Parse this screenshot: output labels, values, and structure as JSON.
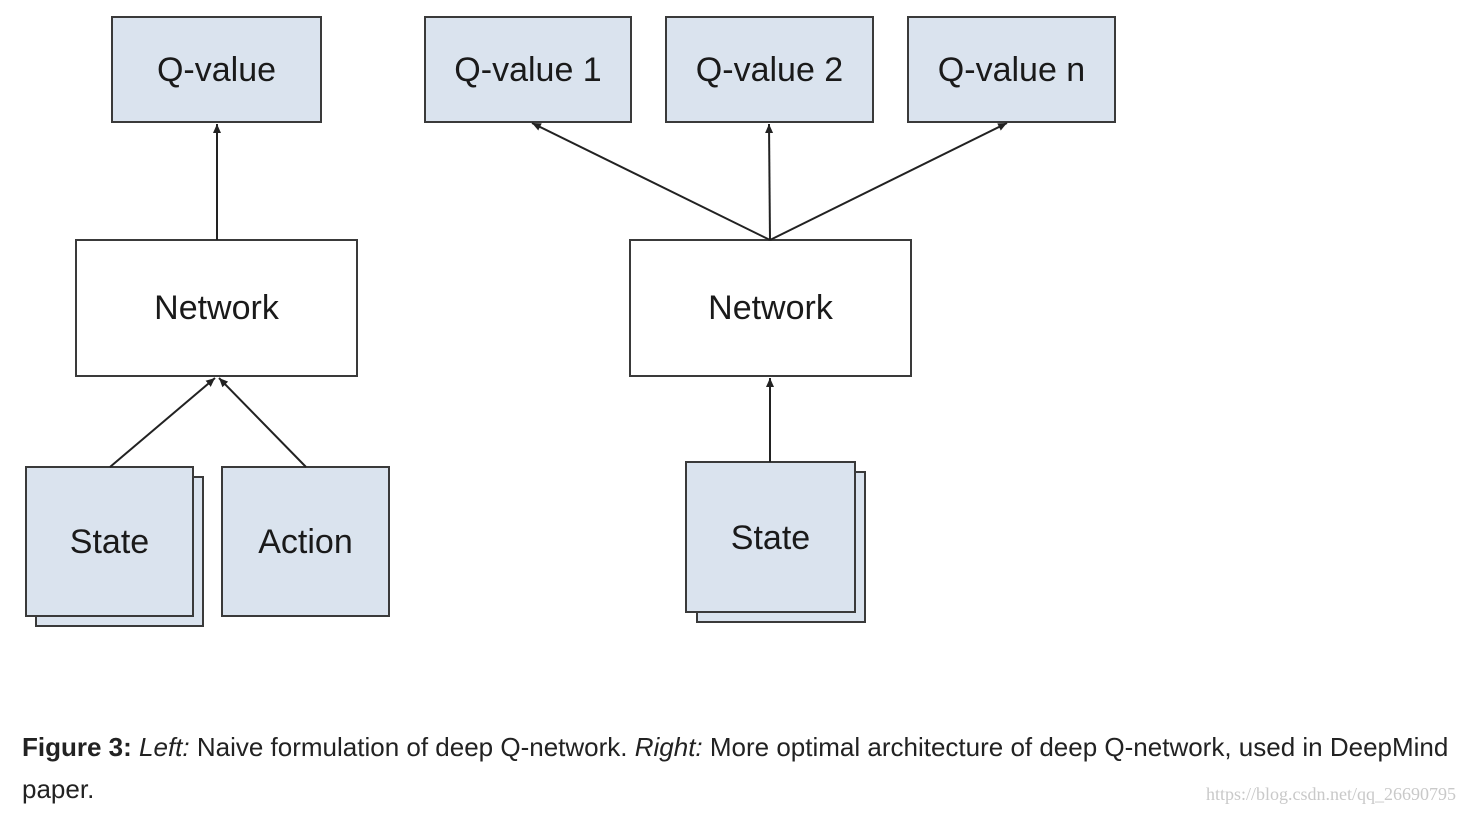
{
  "colors": {
    "box_fill_blue": "#dae3ee",
    "box_fill_white": "#ffffff",
    "box_stroke": "#3a3a3a",
    "arrow": "#222222"
  },
  "left_diagram": {
    "output": "Q-value",
    "network": "Network",
    "inputs": [
      "State",
      "Action"
    ]
  },
  "right_diagram": {
    "outputs": [
      "Q-value 1",
      "Q-value 2",
      "Q-value n"
    ],
    "network": "Network",
    "input": "State"
  },
  "caption": {
    "figure_label": "Figure 3:",
    "left_label": "Left:",
    "left_text": " Naive formulation of deep Q-network. ",
    "right_label": "Right:",
    "right_text": " More optimal architecture of deep Q-network, used in DeepMind paper."
  },
  "watermark": "https://blog.csdn.net/qq_26690795"
}
